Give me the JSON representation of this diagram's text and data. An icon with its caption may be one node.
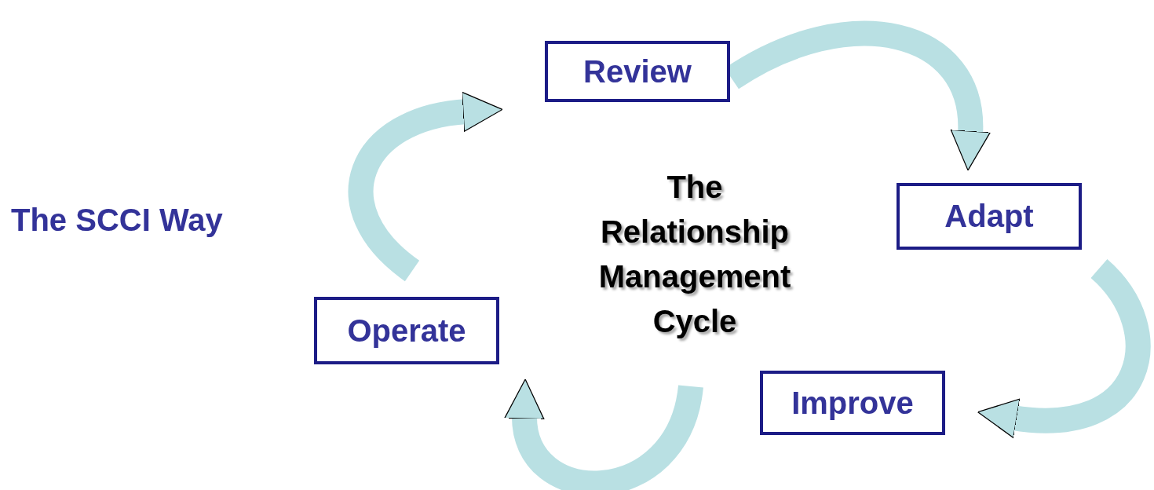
{
  "diagram": {
    "title": "The SCCI Way",
    "nodes": [
      {
        "text": [
          "Review"
        ]
      },
      {
        "text": [
          "Adapt"
        ]
      },
      {
        "text": [
          "Improve"
        ]
      },
      {
        "text": [
          "Operate"
        ]
      }
    ],
    "edges": [
      {
        "from": 0,
        "to": 1,
        "arrow": "to"
      },
      {
        "from": 1,
        "to": 2,
        "arrow": "to"
      },
      {
        "from": 2,
        "to": 3,
        "arrow": "to"
      },
      {
        "from": 3,
        "to": 0,
        "arrow": "to"
      }
    ],
    "labels": [
      "The Relationship Management Cycle"
    ]
  }
}
